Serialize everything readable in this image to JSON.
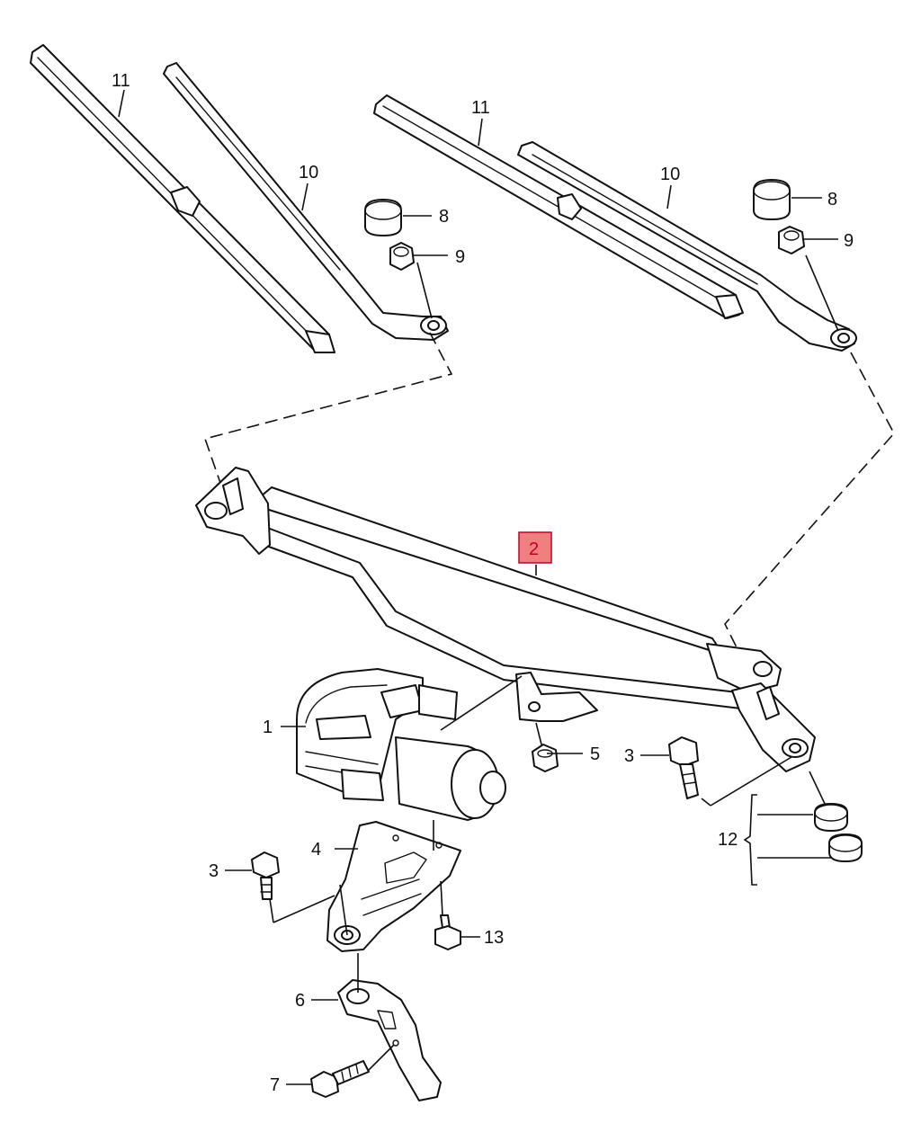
{
  "callouts": {
    "c1": "1",
    "c2": "2",
    "c3a": "3",
    "c3b": "3",
    "c4": "4",
    "c5": "5",
    "c6": "6",
    "c7": "7",
    "c8a": "8",
    "c8b": "8",
    "c9a": "9",
    "c9b": "9",
    "c10a": "10",
    "c10b": "10",
    "c11a": "11",
    "c11b": "11",
    "c12": "12",
    "c13": "13"
  },
  "highlight": {
    "part": "2",
    "fill_color": "#f08080",
    "border_color": "#c0002a"
  }
}
